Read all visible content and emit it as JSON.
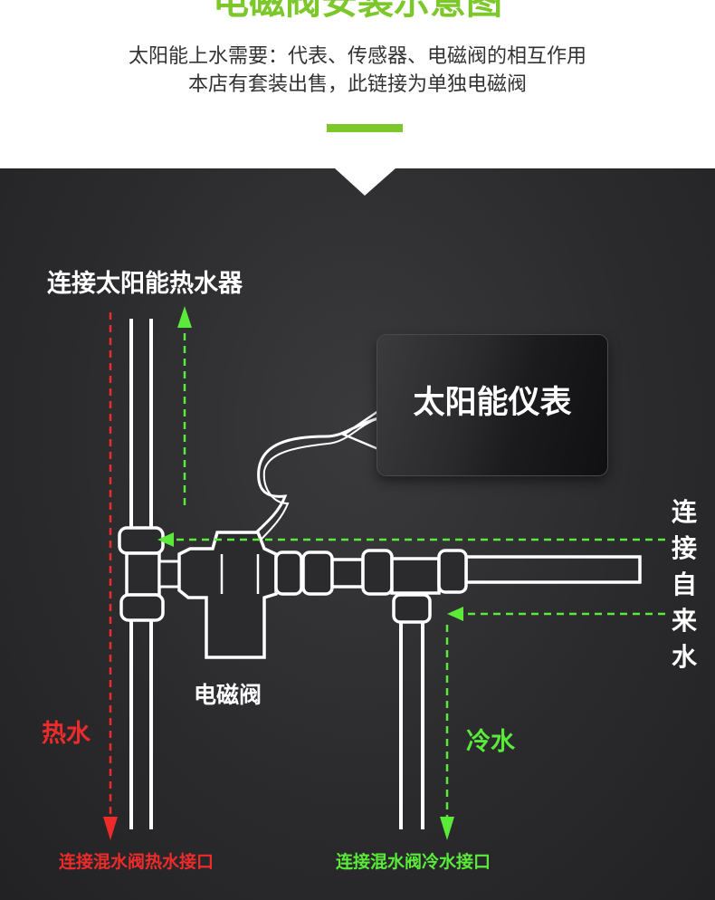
{
  "header": {
    "title": "电磁阀安装示意图",
    "subtitle_line1": "太阳能上水需要：代表、传感器、电磁阀的相互作用",
    "subtitle_line2": "本店有套装出售，此链接为单独电磁阀"
  },
  "diagram": {
    "connect_solar_heater": "连接太阳能热水器",
    "solar_meter": "太阳能仪表",
    "connect_tap_water": "连接自来水",
    "solenoid_valve": "电磁阀",
    "hot_water": "热水",
    "cold_water": "冷水",
    "hot_port": "连接混水阀热水接口",
    "cold_port": "连接混水阀冷水接口"
  },
  "colors": {
    "accent_green": "#7cc72a",
    "hot_red": "#ee2b2b",
    "cold_green": "#59ea3a",
    "pipe_stroke": "#ffffff",
    "panel_dark": "#2b2b2d"
  }
}
